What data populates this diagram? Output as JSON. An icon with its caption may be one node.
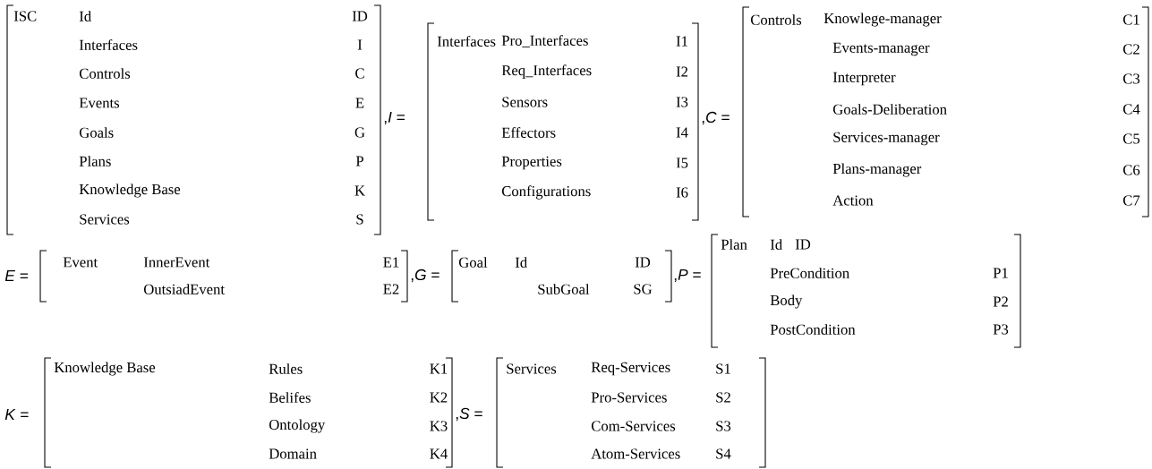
{
  "diagram": {
    "labels": [
      "ISC",
      "Id",
      "ID",
      "Interfaces",
      "I",
      "Controls",
      "C",
      "Events",
      "E",
      "Goals",
      "G",
      "Plans",
      "P",
      "Knowledge Base",
      "K",
      "Services",
      "S",
      ",*I* =",
      "Interfaces",
      "Pro_Interfaces",
      "I1",
      "Req_Interfaces",
      "I2",
      "Sensors",
      "I3",
      "Effectors",
      "I4",
      "Properties",
      "I5",
      "Configurations",
      "I6",
      ",*C* =",
      "Controls",
      "Knowlege-manager",
      "C1",
      "Events-manager",
      "C2",
      "Interpreter",
      "C3",
      "Goals-Deliberation",
      "C4",
      "Services-manager",
      "C5",
      "Plans-manager",
      "C6",
      "Action",
      "C7",
      "*E* =",
      "Event",
      "InnerEvent",
      "E1",
      "OutsiadEvent",
      "E2",
      ",*G* =",
      "Goal",
      "Id",
      "ID",
      "SubGoal",
      "SG",
      ",*P* =",
      "Plan",
      "Id",
      "ID",
      "PreCondition",
      "P1",
      "Body",
      "P2",
      "PostCondition",
      "P3",
      "*K* =",
      "Knowledge Base",
      "Rules",
      "K1",
      "Belifes",
      "K2",
      "Ontology",
      "K3",
      "Domain",
      "K4",
      ",*S* =",
      "Services",
      "Req-Services",
      "S1",
      "Pro-Services",
      "S2",
      "Com-Services",
      "S3",
      "Atom-Services",
      "S4"
    ]
  }
}
